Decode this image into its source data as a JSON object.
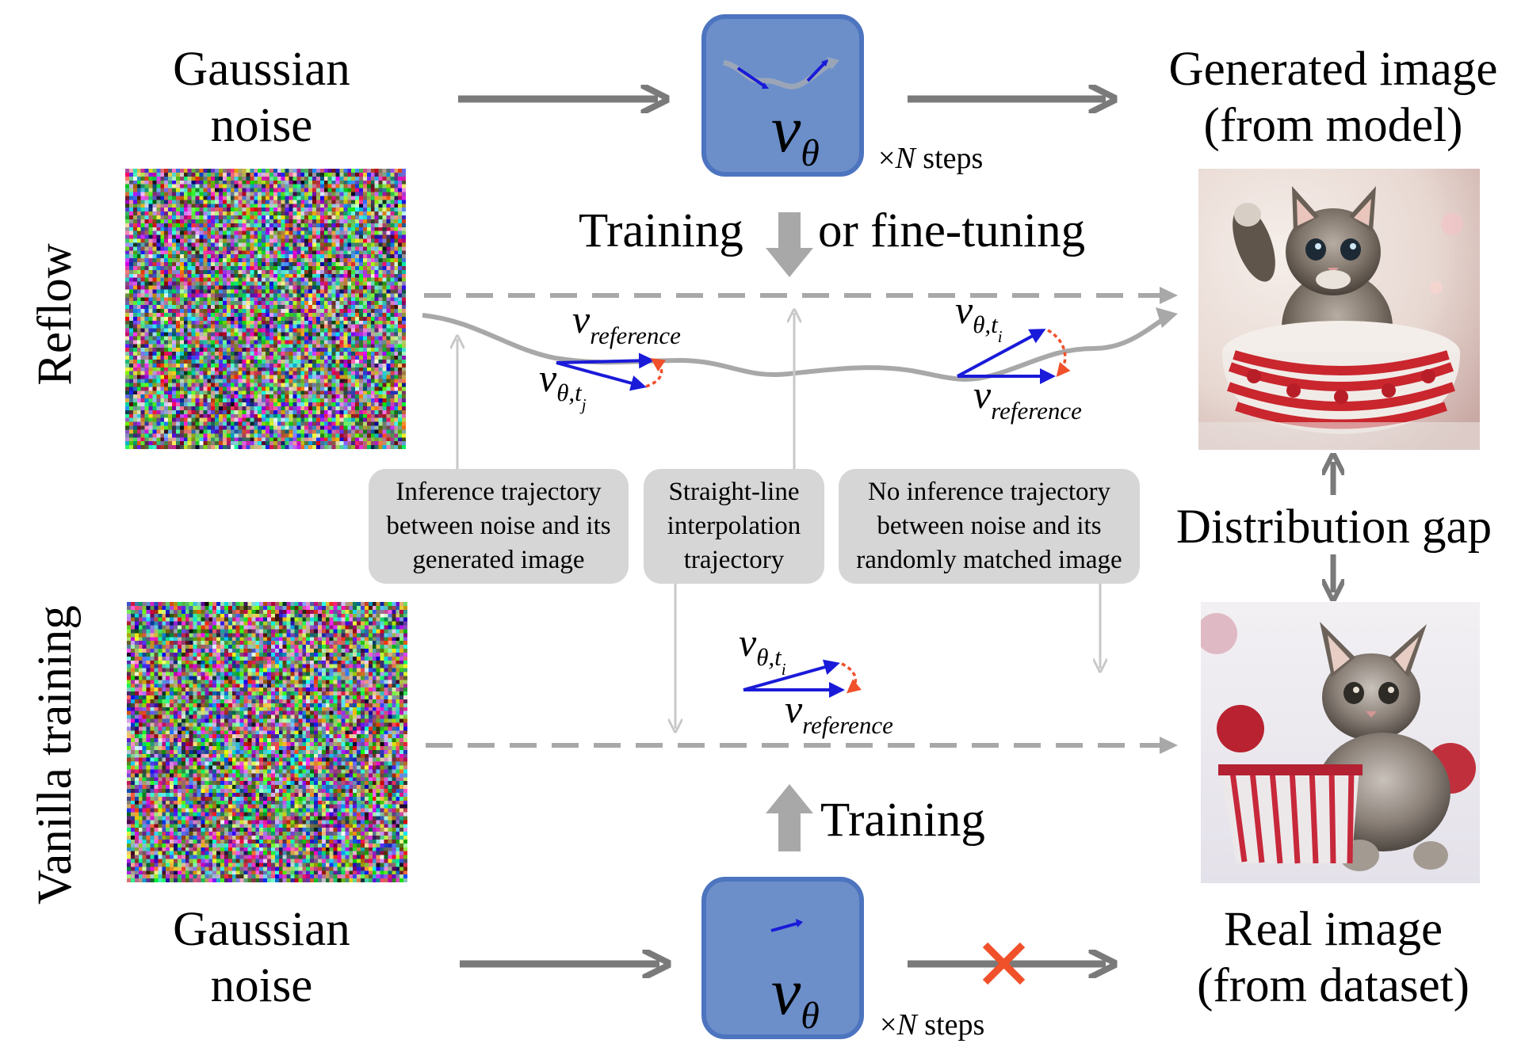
{
  "rows": {
    "reflow": "Reflow",
    "vanilla": "Vanilla training"
  },
  "top": {
    "noise_label_1": "Gaussian",
    "noise_label_2": "noise",
    "gen_label_1": "Generated image",
    "gen_label_2": "(from model)",
    "model_symbol": "v",
    "model_subscript": "θ",
    "steps_times": "×",
    "steps_N": "N",
    "steps_word": "steps",
    "training_left": "Training",
    "training_right": "or fine-tuning"
  },
  "trajectory": {
    "v_ref_left": "v",
    "v_ref_left_sub": "reference",
    "v_theta_left": "v",
    "v_theta_left_sub": "θ,t",
    "v_theta_left_sub2": "j",
    "v_theta_right": "v",
    "v_theta_right_sub": "θ,t",
    "v_theta_right_sub2": "i",
    "v_ref_right": "v",
    "v_ref_right_sub": "reference"
  },
  "callouts": {
    "box1": [
      "Inference trajectory",
      "between noise and its",
      "generated image"
    ],
    "box2": [
      "Straight-line",
      "interpolation",
      "trajectory"
    ],
    "box3": [
      "No inference trajectory",
      "between noise and its",
      "randomly matched image"
    ]
  },
  "gap": {
    "label": "Distribution gap"
  },
  "vanilla_vectors": {
    "v_theta": "v",
    "v_theta_sub": "θ,t",
    "v_theta_sub2": "i",
    "v_ref": "v",
    "v_ref_sub": "reference"
  },
  "bottom": {
    "training": "Training",
    "noise_label_1": "Gaussian",
    "noise_label_2": "noise",
    "real_label_1": "Real image",
    "real_label_2": "(from dataset)",
    "model_symbol": "v",
    "model_subscript": "θ",
    "steps_times": "×",
    "steps_N": "N",
    "steps_word": "steps"
  },
  "images": {
    "generated": "kitten in candy-cane basket (generated)",
    "real": "kitten in red-white basket (real)"
  },
  "colors": {
    "model_fill": "#6c8fca",
    "model_border": "#4d74bf",
    "arrow_gray": "#7a7a7a",
    "dash_gray": "#a8a8a8",
    "light_gray": "#c8c8c8",
    "vector_blue": "#1a1ad9",
    "correction_red": "#f0502a",
    "box_fill": "#d6d6d6"
  }
}
